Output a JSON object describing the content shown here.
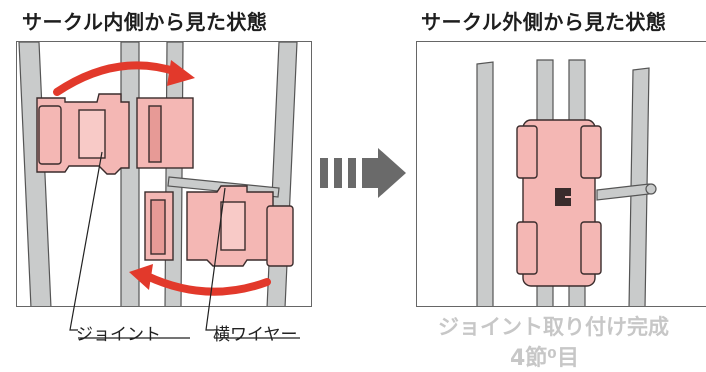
{
  "titles": {
    "inside": "サークル内側から見た状態",
    "outside": "サークル外側から見た状態"
  },
  "labels": {
    "joint": "ジョイント",
    "horizontal_wire": "横ワイヤー"
  },
  "caption": {
    "main": "ジョイント取り付け完成",
    "sub": "4節⁰目"
  },
  "icons": {
    "transition": "right-arrow-icon",
    "rotation": "curved-arrow-icon"
  },
  "colors": {
    "joint_fill": "#f4b7b4",
    "joint_stroke": "#3a2c2c",
    "bar_fill": "#c9cbcb",
    "arrow_red": "#e2392b",
    "arrow_gray": "#6a6a6a"
  }
}
